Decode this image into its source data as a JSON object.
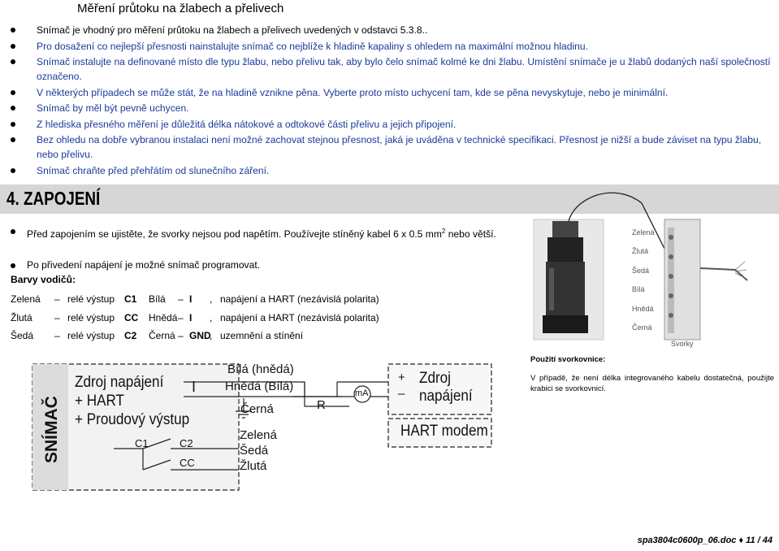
{
  "section_title": "Měření průtoku na žlabech a přelivech",
  "bullets": [
    "Snímač je vhodný pro měření průtoku na žlabech a přelivech uvedených v odstavci 5.3.8..",
    "Pro dosažení co nejlepší přesnosti nainstalujte snímač co nejblíže k hladině kapaliny s ohledem na maximální možnou hladinu.",
    "Snímač instalujte na definované místo dle typu žlabu, nebo přelivu tak, aby bylo čelo snímač kolmé ke dni žlabu. Umístění snímače je u žlabů dodaných naší společností označeno.",
    "V některých případech se může stát, že na hladině vznikne pěna. Vyberte proto místo uchycení tam, kde se pěna nevyskytuje, nebo je minimální.",
    "Snímač by měl být pevně uchycen.",
    "Z hlediska přesného měření je důležitá délka nátokové a odtokové části přelivu a jejich připojení.",
    "Bez ohledu na dobře vybranou instalaci není možné zachovat stejnou přesnost, jaká je uváděna v technické specifikaci. Přesnost je nižší a bude záviset na typu žlabu, nebo přelivu.",
    "Snímač chraňte před přehřátím od slunečního záření."
  ],
  "heading4": "4. ZAPOJENÍ",
  "zapojeni": {
    "bullet1_a": "Před zapojením se ujistěte, že svorky nejsou pod napětím. Používejte stíněný kabel 6 x 0.5 mm",
    "bullet1_sup": "2",
    "bullet1_b": " nebo větší.",
    "bullet2": "Po přivedení napájení je možné snímač programovat.",
    "colors_label": "Barvy vodičů:"
  },
  "wire_rows": [
    {
      "c1": "Zelená",
      "dash1": "–",
      "r1": "relé výstup ",
      "r1b": "C1",
      "c2": "Bílá",
      "dash2": "–",
      "r2": "I",
      "r2s": ",",
      "desc": "napájení a HART (nezávislá polarita)"
    },
    {
      "c1": "Žlutá",
      "dash1": "–",
      "r1": "relé výstup ",
      "r1b": "CC",
      "c2": "Hnědá",
      "dash2": "–",
      "r2": "I",
      "r2s": ",",
      "desc": "napájení a HART (nezávislá polarita)"
    },
    {
      "c1": "Šedá",
      "dash1": "–",
      "r1": "relé výstup ",
      "r1b": "C2",
      "c2": "Černá",
      "dash2": "–",
      "r2": "GND",
      "r2s": ",",
      "desc": "uzemnění a stínění"
    }
  ],
  "sensor_labels": [
    "Zelená",
    "Žlutá",
    "Šedá",
    "Bílá",
    "Hnědá",
    "Černá"
  ],
  "svorky": "Svorky",
  "svorkovnice": {
    "title": "Použití svorkovnice:",
    "text": "V případě, že není délka integrovaného kabelu dostatečná, použijte krabici se svorkovnicí."
  },
  "diagram": {
    "snimac": "SNÍMAČ",
    "line1": "Zdroj napájení",
    "line2": "+ HART",
    "line3": "+ Proudový výstup",
    "I": "I",
    "c1": "C1",
    "c2": "C2",
    "cc": "CC",
    "w_bila": "Bílá (hnědá)",
    "w_hneda": "Hnědá (Bílá)",
    "w_cerna": "Černá",
    "w_zelena": "Zelená",
    "w_seda": "Šedá",
    "w_zluta": "Žlutá",
    "R": "R",
    "ma": "mA",
    "plus": "+",
    "minus": "–",
    "zdroj1": "Zdroj",
    "zdroj2": "napájení",
    "hart": "HART modem"
  },
  "footer": {
    "doc": "spa3804c0600p_06.doc",
    "diamond": "♦",
    "page": "11 / 44"
  }
}
